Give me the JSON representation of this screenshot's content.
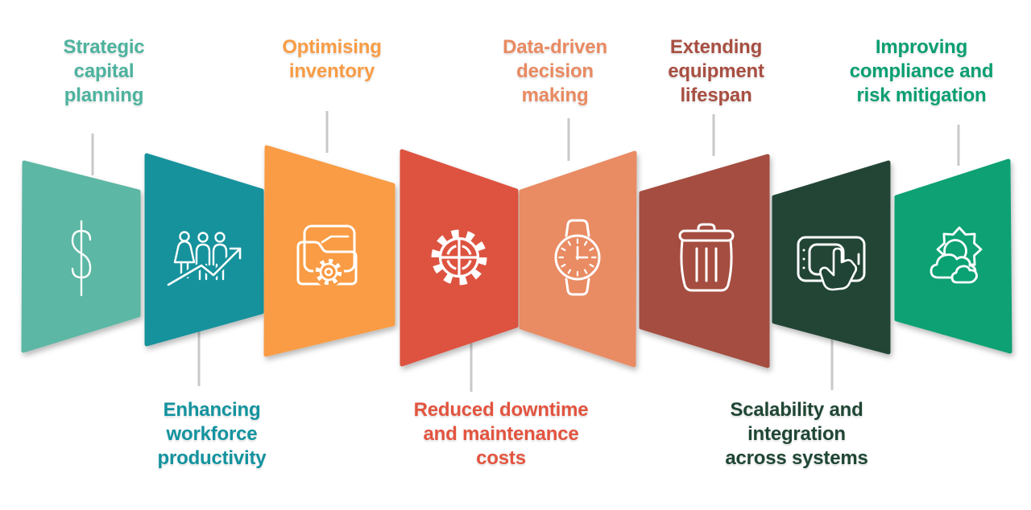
{
  "background": "#ffffff",
  "connector_color": "#c9c9c9",
  "icon_stroke_color": "#ffffff",
  "panels": [
    {
      "name": "strategic-capital-planning",
      "label": "Strategic\ncapital\nplanning",
      "label_position": "top",
      "color": "#5bb7a4",
      "label_color": "#4db39e",
      "icon": "dollar-icon"
    },
    {
      "name": "enhancing-workforce-productivity",
      "label": "Enhancing\nworkforce\nproductivity",
      "label_position": "bottom",
      "color": "#17929c",
      "label_color": "#13939f",
      "icon": "people-growth-icon"
    },
    {
      "name": "optimising-inventory",
      "label": "Optimising\ninventory",
      "label_position": "top",
      "color": "#f99c45",
      "label_color": "#f99c45",
      "icon": "folder-gear-icon"
    },
    {
      "name": "reduced-downtime-and-maintenance-costs",
      "label": "Reduced downtime\nand maintenance\ncosts",
      "label_position": "bottom",
      "color": "#dd5340",
      "label_color": "#e3543f",
      "icon": "gear-wheel-icon"
    },
    {
      "name": "data-driven-decision-making",
      "label": "Data-driven\ndecision\nmaking",
      "label_position": "top",
      "color": "#e98b64",
      "label_color": "#e98a61",
      "icon": "watch-icon"
    },
    {
      "name": "extending-equipment-lifespan",
      "label": "Extending\nequipment\nlifespan",
      "label_position": "top",
      "color": "#a44e41",
      "label_color": "#a84f42",
      "icon": "trash-icon"
    },
    {
      "name": "scalability-and-integration-across-systems",
      "label": "Scalability and\nintegration\nacross systems",
      "label_position": "bottom",
      "color": "#204436",
      "label_color": "#1f4634",
      "icon": "tablet-touch-icon"
    },
    {
      "name": "improving-compliance-and-risk-mitigation",
      "label": "Improving\ncompliance and\nrisk mitigation",
      "label_position": "top",
      "color": "#0aa173",
      "label_color": "#0a9f72",
      "icon": "sun-clouds-icon"
    }
  ]
}
